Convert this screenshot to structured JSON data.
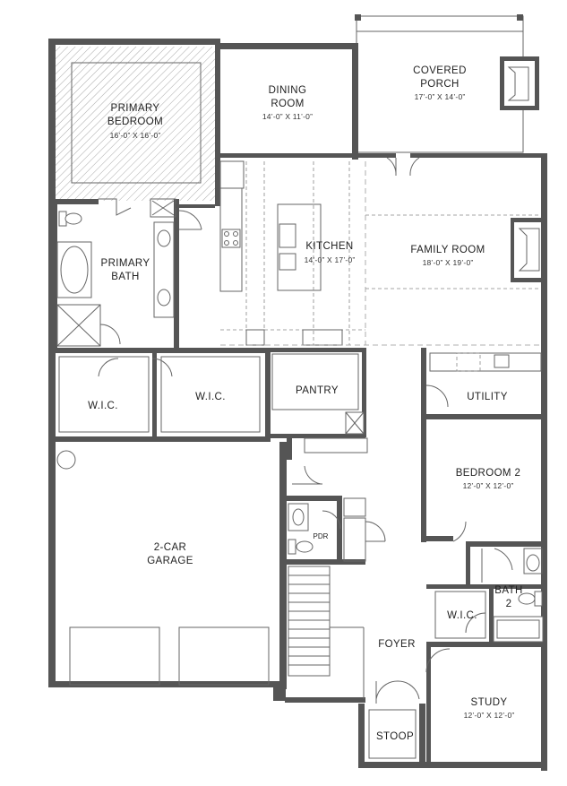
{
  "plan": {
    "rooms": {
      "primary_bedroom": {
        "name1": "PRIMARY",
        "name2": "BEDROOM",
        "dim": "16’-0” X 16’-0”"
      },
      "dining_room": {
        "name1": "DINING",
        "name2": "ROOM",
        "dim": "14’-0” X 11’-0”"
      },
      "covered_porch": {
        "name1": "COVERED",
        "name2": "PORCH",
        "dim": "17’-0” X 14’-0”"
      },
      "kitchen": {
        "name": "KITCHEN",
        "dim": "14’-0” X 17’-0”"
      },
      "family_room": {
        "name": "FAMILY ROOM",
        "dim": "18’-0” X 19’-0”"
      },
      "primary_bath": {
        "name1": "PRIMARY",
        "name2": "BATH"
      },
      "wic_left": {
        "name": "W.I.C."
      },
      "wic_center": {
        "name": "W.I.C."
      },
      "pantry": {
        "name": "PANTRY"
      },
      "utility": {
        "name": "UTILITY"
      },
      "bedroom_2": {
        "name": "BEDROOM 2",
        "dim": "12’-0” X 12’-0”"
      },
      "garage": {
        "name1": "2-CAR",
        "name2": "GARAGE"
      },
      "pdr": {
        "name": "PDR"
      },
      "bath_2": {
        "name1": "BATH",
        "name2": "2"
      },
      "wic_right": {
        "name": "W.I.C."
      },
      "foyer": {
        "name": "FOYER"
      },
      "study": {
        "name": "STUDY",
        "dim": "12’-0” X 12’-0”"
      },
      "stoop": {
        "name": "STOOP"
      }
    },
    "colors": {
      "wall": "#555555",
      "line": "#666666",
      "dash": "#888888"
    }
  }
}
